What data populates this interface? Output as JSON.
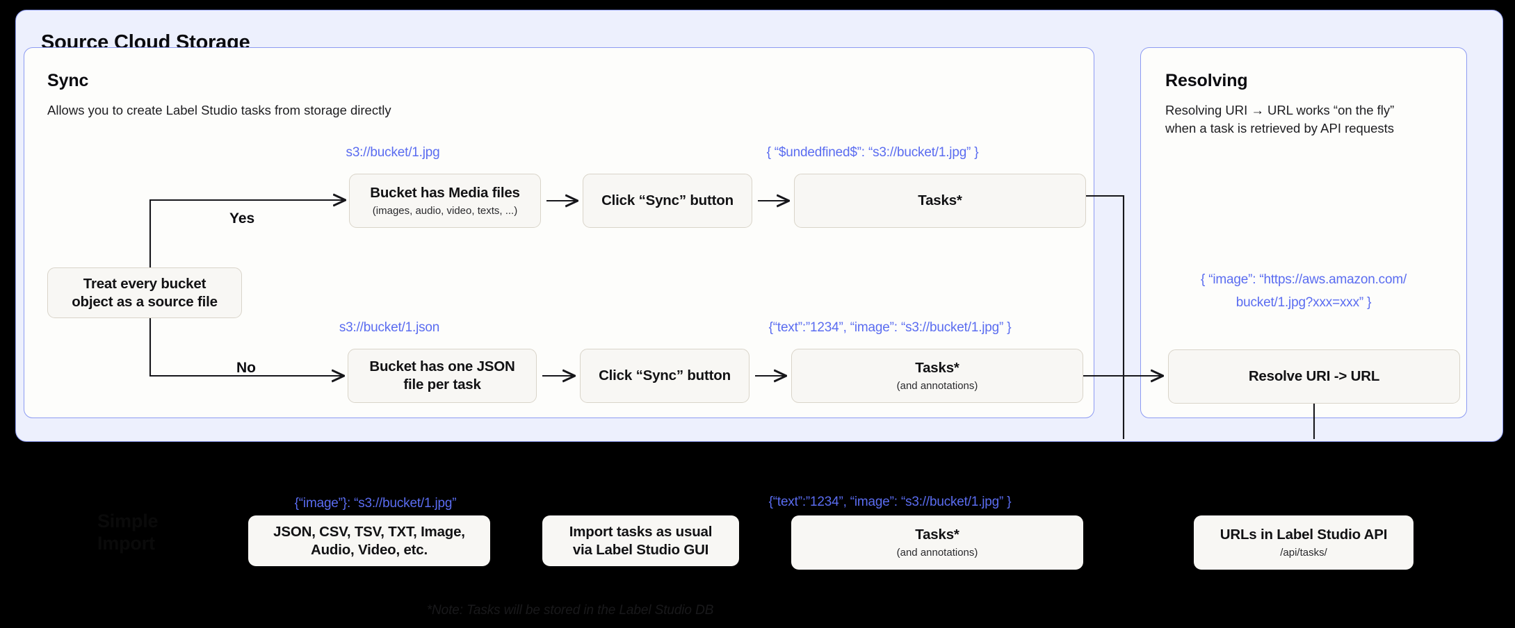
{
  "panel": {
    "title": "Source Cloud Storage"
  },
  "sync": {
    "heading": "Sync",
    "subtitle": "Allows you to create Label Studio tasks from storage directly",
    "decision": {
      "label": "Treat every bucket object as a source file",
      "line1": "Treat every bucket",
      "line2": "object as a source file"
    },
    "branch_yes_label": "Yes",
    "branch_no_label": "No",
    "yes_branch": {
      "uri_annotation": "s3://bucket/1.jpg",
      "step1_title": "Bucket has Media files",
      "step1_sub": "(images, audio, video, texts, ...)",
      "step2_title": "Click “Sync” button",
      "result_annotation": "{ “$undedfined$”: “s3://bucket/1.jpg” }",
      "result_title": "Tasks*"
    },
    "no_branch": {
      "uri_annotation": "s3://bucket/1.json",
      "step1_title_line1": "Bucket has one JSON",
      "step1_title_line2": "file per task",
      "step2_title": "Click “Sync” button",
      "result_annotation": "{“text”:”1234”,  “image”: “s3://bucket/1.jpg” }",
      "result_title": "Tasks*",
      "result_sub": "(and annotations)"
    }
  },
  "resolving": {
    "heading": "Resolving",
    "subtitle_line1": "Resolving URI → URL works “on the fly”",
    "subtitle_line2": "when a task is retrieved by API requests",
    "annotation_line1": "{ “image”: “https://aws.amazon.com/",
    "annotation_line2": "bucket/1.jpg?xxx=xxx” }",
    "box_title": "Resolve URI -> URL"
  },
  "simple_import": {
    "title_line1": "Simple",
    "title_line2": "Import",
    "formats_annotation": "{“image”}: “s3://bucket/1.jpg”",
    "formats_title_line1": "JSON, CSV, TSV, TXT, Image,",
    "formats_title_line2": "Audio, Video, etc.",
    "import_title_line1": "Import tasks as usual",
    "import_title_line2": "via Label Studio GUI",
    "tasks_annotation": "{“text”:”1234”,  “image”: “s3://bucket/1.jpg” }",
    "tasks_title": "Tasks*",
    "tasks_sub": "(and annotations)",
    "urls_title": "URLs in Label Studio API",
    "urls_sub": "/api/tasks/"
  },
  "footnote": "*Note: Tasks will be stored in the Label Studio DB",
  "colors": {
    "panel_background": "#EDF0FD",
    "panel_border": "#8D9BF2",
    "card_background": "#FDFDFB",
    "box_background": "#F8F7F4",
    "box_border": "#D9D4C9",
    "annotation_text": "#5A6CF0",
    "page_background": "#000000"
  }
}
